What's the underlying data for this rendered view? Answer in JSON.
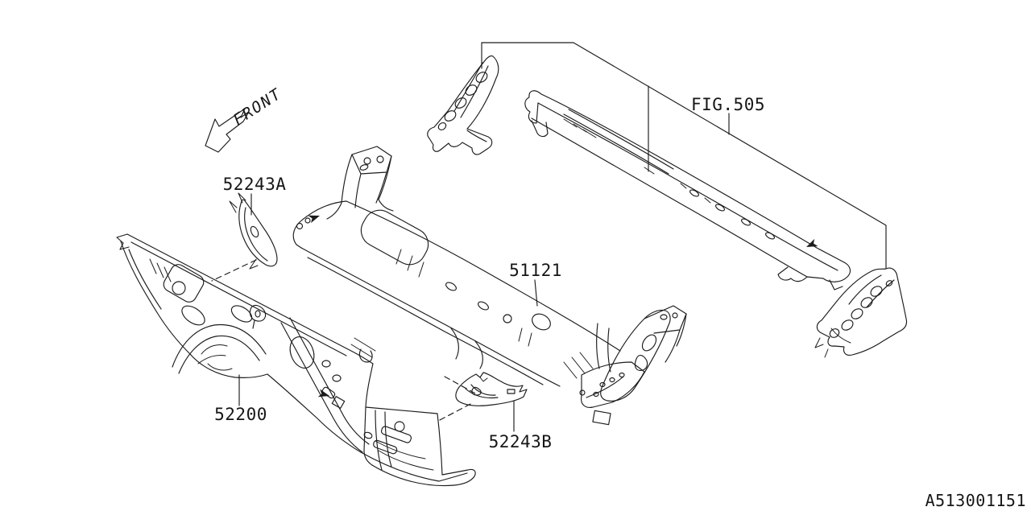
{
  "diagram": {
    "background": "#ffffff",
    "line_color": "#1c1c1c"
  },
  "labels": {
    "front": "FRONT",
    "fig_505": "FIG.505",
    "part_52243a": "52243A",
    "part_51121": "51121",
    "part_52200": "52200",
    "part_52243b": "52243B",
    "code": "A513001151"
  }
}
